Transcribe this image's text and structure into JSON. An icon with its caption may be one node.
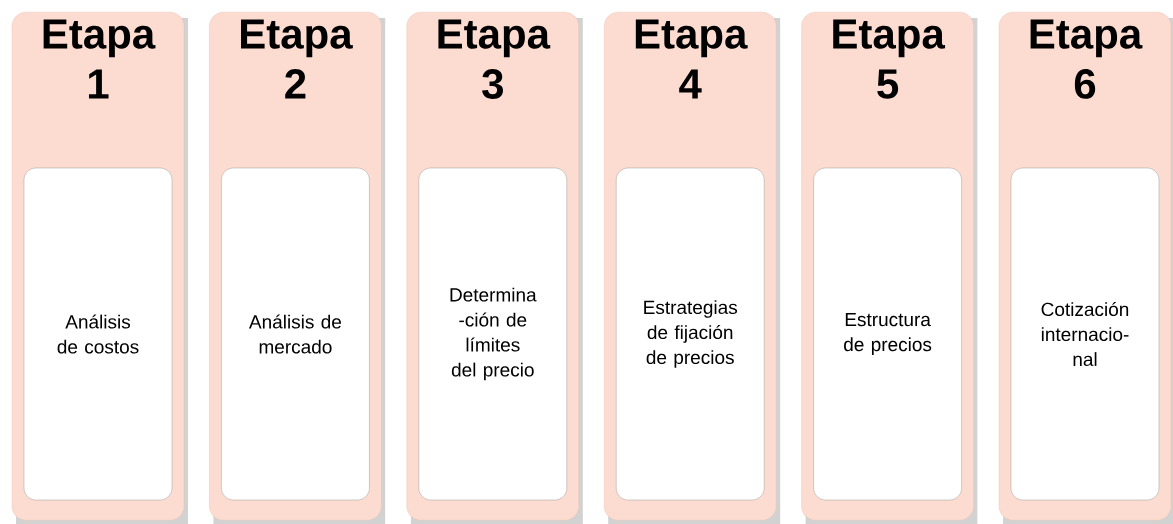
{
  "diagram": {
    "nodes": [
      {
        "text": [
          "Etapa 1"
        ]
      },
      {
        "text": [
          "Análisis de costos"
        ],
        "in": 0
      },
      {
        "text": [
          "Etapa 2"
        ]
      },
      {
        "text": [
          "Análisis de mercado"
        ],
        "in": 2
      },
      {
        "text": [
          "Etapa 3"
        ]
      },
      {
        "text": [
          "Determina -ción de límites del precio"
        ],
        "in": 4
      },
      {
        "text": [
          "Etapa 4"
        ]
      },
      {
        "text": [
          "Estrategias de fijación de precios"
        ],
        "in": 6
      },
      {
        "text": [
          "Etapa 5"
        ]
      },
      {
        "text": [
          "Estructura de precios"
        ],
        "in": 8
      },
      {
        "text": [
          "Etapa 6"
        ]
      },
      {
        "text": [
          "Cotización internacio- nal"
        ],
        "in": 10
      }
    ]
  }
}
